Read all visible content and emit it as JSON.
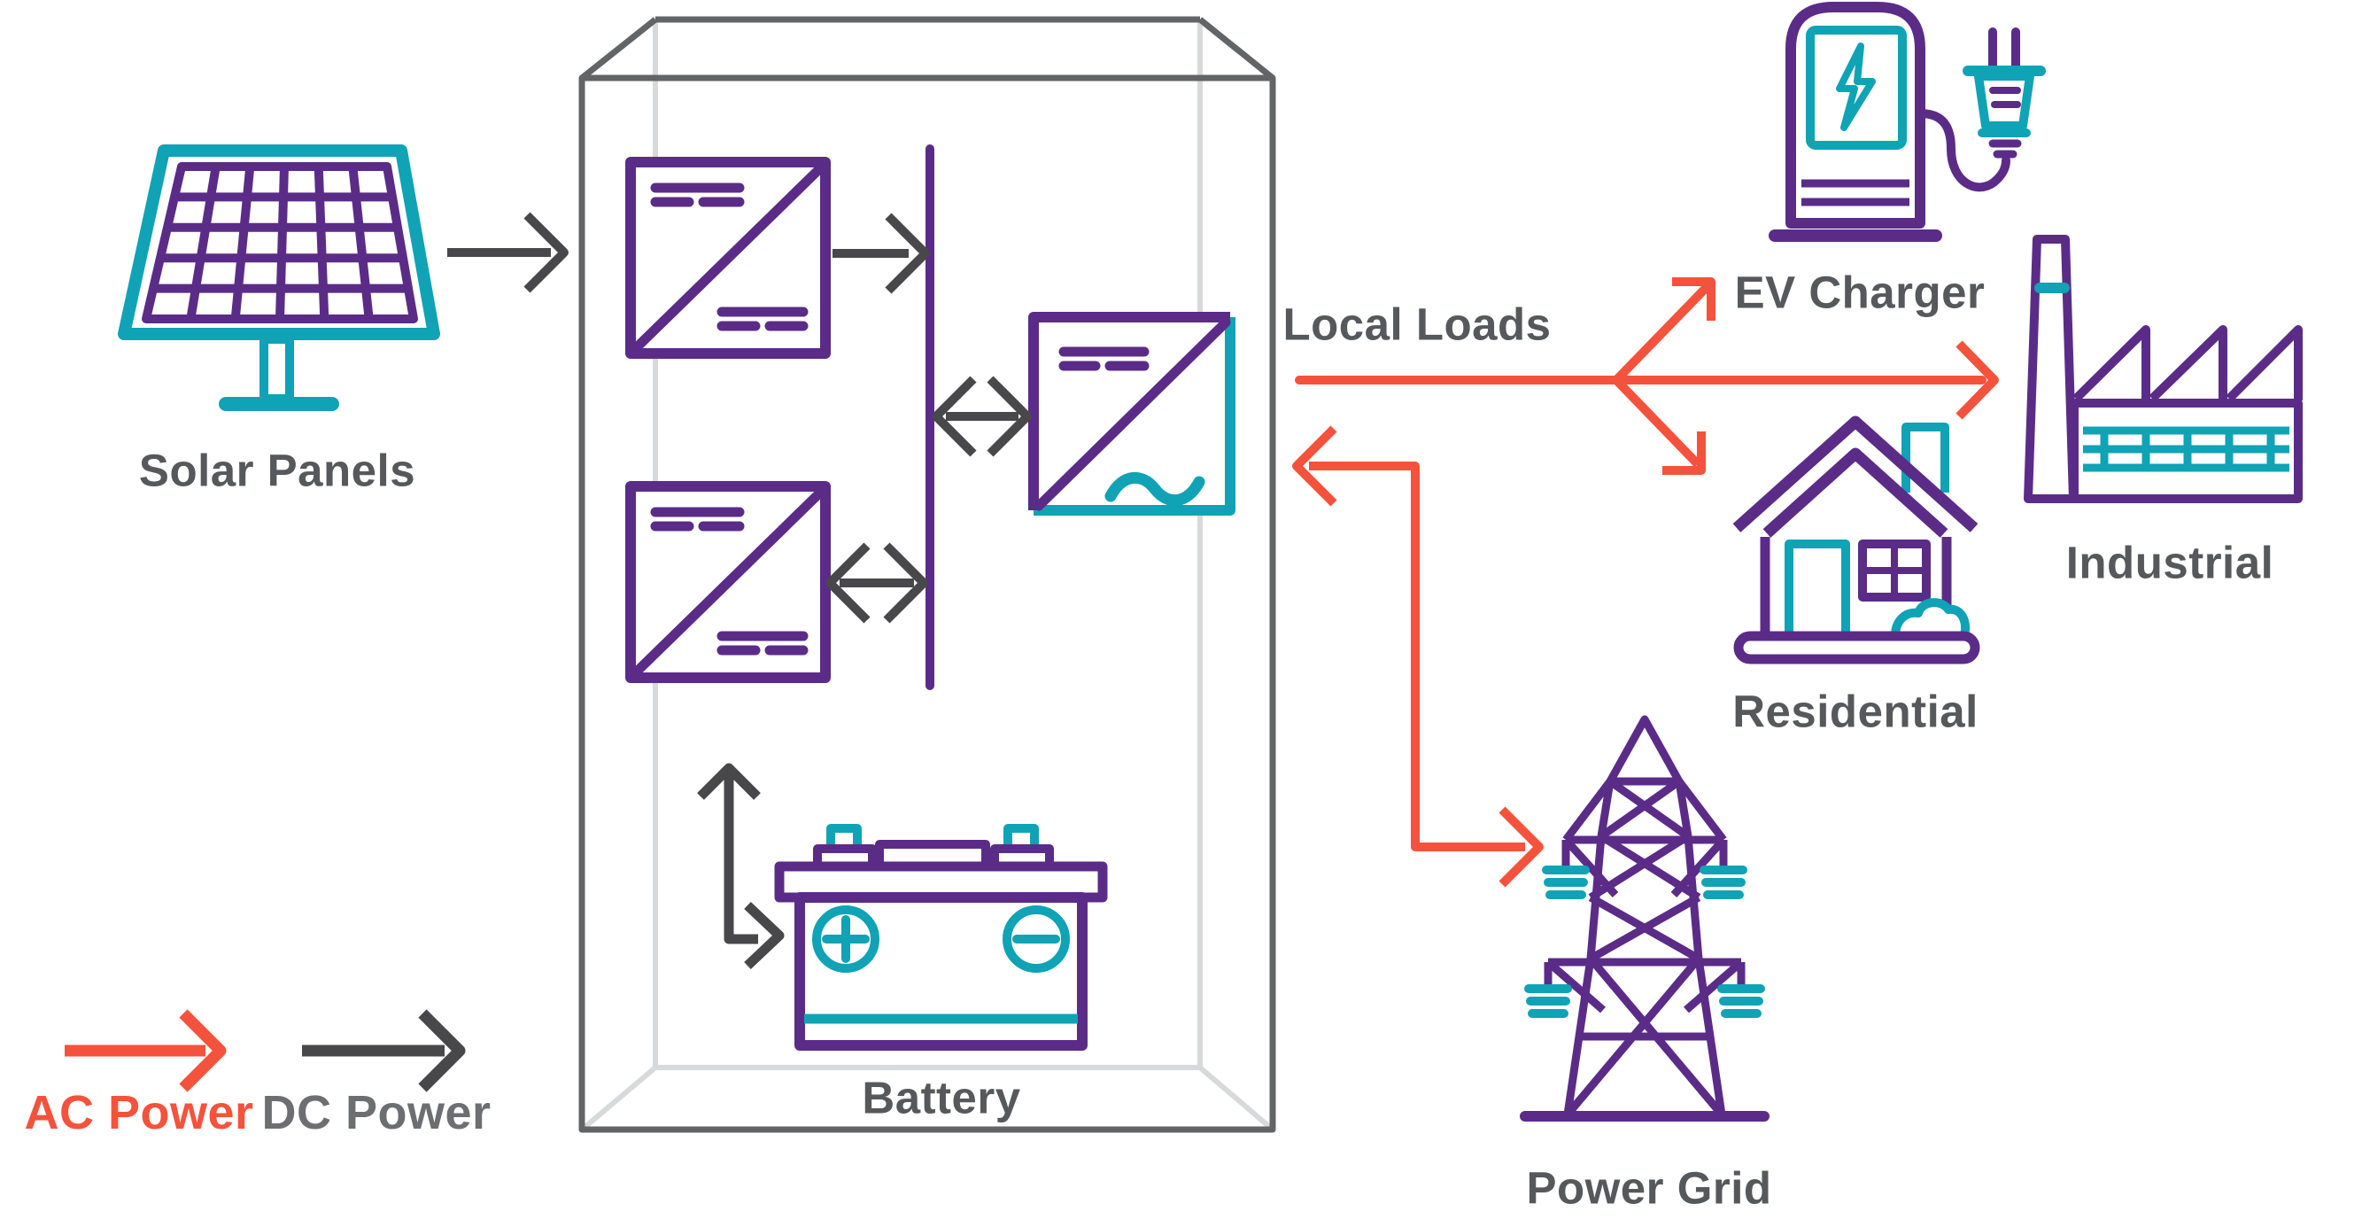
{
  "palette": {
    "purple": "#5B2C87",
    "teal": "#0FA3B5",
    "red": "#F4523C",
    "arrow_gray": "#48484A",
    "box_gray": "#636466",
    "box_light": "#D8D9DA",
    "label_gray": "#57585B",
    "dc_label_gray": "#6D6E71"
  },
  "labels": {
    "solar_panels": "Solar Panels",
    "battery": "Battery",
    "local_loads": "Local Loads",
    "ev_charger": "EV Charger",
    "industrial": "Industrial",
    "residential": "Residential",
    "power_grid": "Power Grid"
  },
  "legend": {
    "ac_label": "AC Power",
    "dc_label": "DC Power"
  },
  "icons": {
    "solar_panels": "solar-panels-icon",
    "dc_dc_converter_1": "dc-dc-converter-icon",
    "dc_dc_converter_2": "dc-dc-converter-icon",
    "inverter": "inverter-icon",
    "battery": "battery-icon",
    "ev_charger": "ev-charger-icon",
    "industrial": "factory-icon",
    "residential": "house-icon",
    "power_grid": "transmission-tower-icon"
  },
  "connections": [
    {
      "from": "solar-panels",
      "to": "dc-dc-converter-1",
      "type": "dc",
      "bidirectional": false
    },
    {
      "from": "dc-dc-converter-1",
      "to": "dc-bus",
      "type": "dc",
      "bidirectional": false
    },
    {
      "from": "dc-bus",
      "to": "inverter",
      "type": "dc",
      "bidirectional": true
    },
    {
      "from": "dc-dc-converter-2",
      "to": "dc-bus",
      "type": "dc",
      "bidirectional": true
    },
    {
      "from": "battery",
      "to": "dc-dc-converter-2",
      "type": "dc",
      "bidirectional": true
    },
    {
      "from": "inverter",
      "to": "local-loads",
      "type": "ac",
      "bidirectional": false
    },
    {
      "from": "local-loads",
      "to": "ev-charger",
      "type": "ac",
      "bidirectional": false
    },
    {
      "from": "local-loads",
      "to": "industrial",
      "type": "ac",
      "bidirectional": false
    },
    {
      "from": "local-loads",
      "to": "residential",
      "type": "ac",
      "bidirectional": false
    },
    {
      "from": "inverter",
      "to": "power-grid",
      "type": "ac",
      "bidirectional": true
    }
  ]
}
